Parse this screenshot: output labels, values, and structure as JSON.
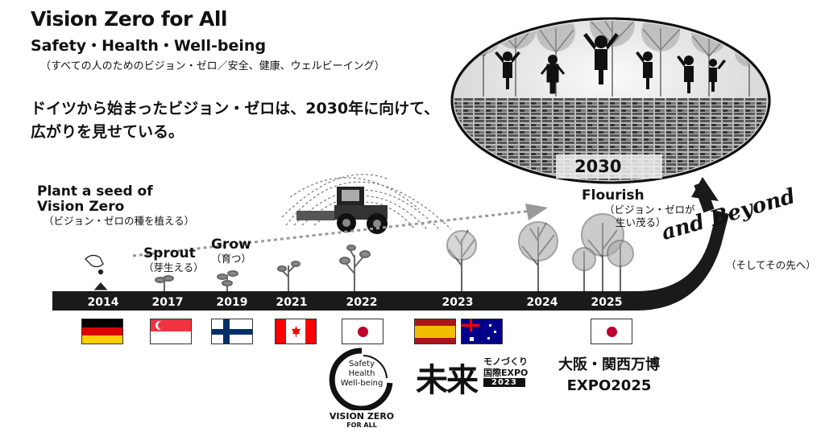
{
  "header": {
    "title": "Vision Zero for All",
    "subtitle": "Safety・Health・Well-being",
    "subtitle_ja": "（すべての人のためのビジョン・ゼロ／安全、健康、ウェルビーイング）",
    "headline_line1": "ドイツから始まったビジョン・ゼロは、2030年に向けて、",
    "headline_line2": "広がりを見せている。"
  },
  "stages": {
    "plant": {
      "label_line1": "Plant a seed of",
      "label_line2": "Vision Zero",
      "label_ja": "（ビジョン・ゼロの種を植える）"
    },
    "sprout": {
      "label": "Sprout",
      "label_ja": "（芽生える）"
    },
    "grow": {
      "label": "Grow",
      "label_ja": "（育つ）"
    },
    "flourish": {
      "label": "Flourish",
      "label_ja_line1": "（ビジョン・ゼロが",
      "label_ja_line2": "生い茂る）"
    },
    "beyond": {
      "label": "and Beyond",
      "label_ja": "（そしてその先へ）"
    }
  },
  "timeline": {
    "years": [
      "2014",
      "2017",
      "2019",
      "2021",
      "2022",
      "2023",
      "2024",
      "2025"
    ]
  },
  "goal": {
    "year": "2030"
  },
  "flags": [
    {
      "year": "2014",
      "country": "Germany",
      "colors": [
        "#000000",
        "#DD0000",
        "#FFCE00"
      ]
    },
    {
      "year": "2017",
      "country": "Singapore",
      "colors": [
        "#EF3340",
        "#FFFFFF"
      ]
    },
    {
      "year": "2019",
      "country": "Finland",
      "colors": [
        "#FFFFFF",
        "#002F6C"
      ]
    },
    {
      "year": "2021",
      "country": "Canada",
      "colors": [
        "#FF0000",
        "#FFFFFF"
      ]
    },
    {
      "year": "2022",
      "country": "Japan",
      "colors": [
        "#FFFFFF",
        "#BC002D"
      ]
    },
    {
      "year": "2023",
      "country": "Spain",
      "colors": [
        "#AA151B",
        "#F1BF00"
      ]
    },
    {
      "year": "2023",
      "country": "Australia",
      "colors": [
        "#00008B",
        "#FFFFFF",
        "#FF0000"
      ]
    },
    {
      "year": "2025",
      "country": "Japan",
      "colors": [
        "#FFFFFF",
        "#BC002D"
      ]
    }
  ],
  "events": {
    "vz_logo": {
      "ring_line1": "Safety",
      "ring_line2": "Health",
      "ring_line3": "Well-being",
      "name": "VISION ZERO",
      "sub": "FOR ALL"
    },
    "mirai": {
      "big": "未来",
      "small_line1": "モノづくり",
      "small_line2": "国際EXPO",
      "year": "2023"
    },
    "osaka": {
      "line1": "大阪・関西万博",
      "line2": "EXPO2025"
    }
  }
}
